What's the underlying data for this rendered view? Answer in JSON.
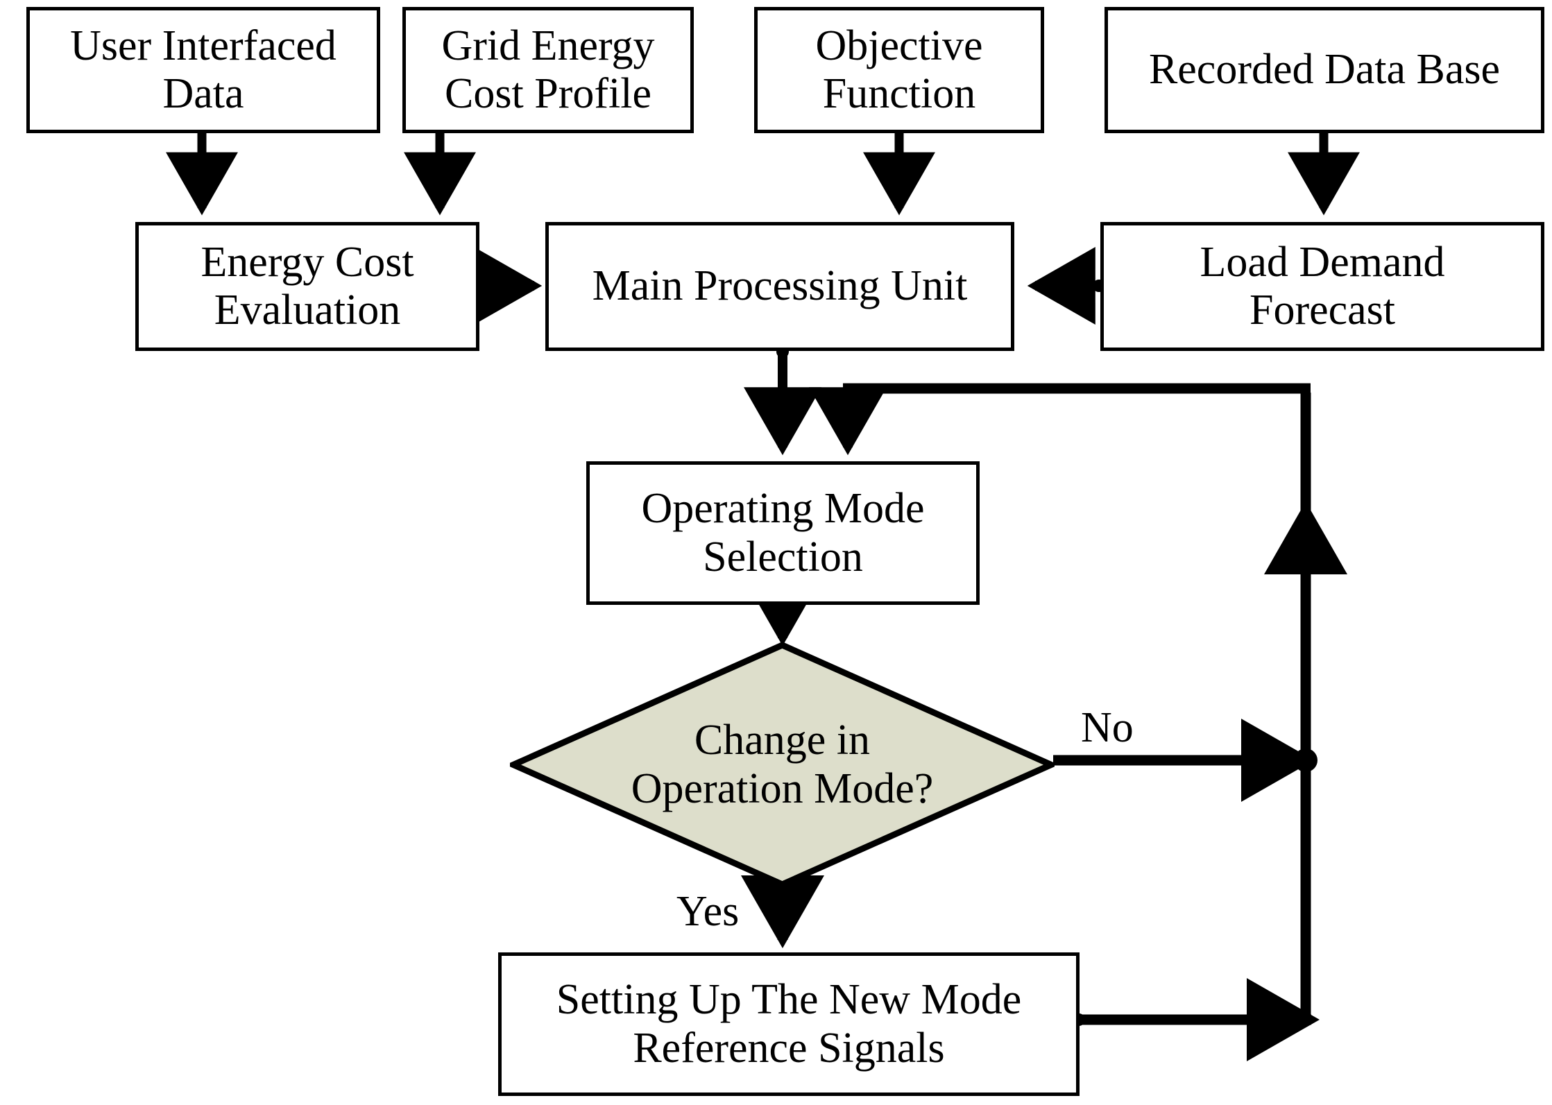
{
  "diagram": {
    "title": "Energy management system control flowchart",
    "type": "flowchart",
    "colors": {
      "stroke": "#000000",
      "box_fill": "#FFFFFF",
      "decision_fill": "#DDDECB",
      "text": "#000000"
    },
    "nodes": {
      "user_interfaced_data": {
        "label": "User Interfaced\nData",
        "shape": "rectangle"
      },
      "grid_energy_cost_profile": {
        "label": "Grid Energy\nCost Profile",
        "shape": "rectangle"
      },
      "objective_function": {
        "label": "Objective\nFunction",
        "shape": "rectangle"
      },
      "recorded_data_base": {
        "label": "Recorded Data Base",
        "shape": "rectangle"
      },
      "energy_cost_evaluation": {
        "label": "Energy Cost\nEvaluation",
        "shape": "rectangle"
      },
      "main_processing_unit": {
        "label": "Main Processing Unit",
        "shape": "rectangle"
      },
      "load_demand_forecast": {
        "label": "Load Demand\nForecast",
        "shape": "rectangle"
      },
      "operating_mode_selection": {
        "label": "Operating Mode\nSelection",
        "shape": "rectangle"
      },
      "change_in_operation_mode": {
        "label": "Change in\nOperation Mode?",
        "shape": "diamond"
      },
      "setting_up_new_mode": {
        "label": "Setting Up The New Mode\nReference Signals",
        "shape": "rectangle"
      }
    },
    "edge_labels": {
      "no": "No",
      "yes": "Yes"
    },
    "edges": [
      {
        "from": "user_interfaced_data",
        "to": "energy_cost_evaluation",
        "label": ""
      },
      {
        "from": "grid_energy_cost_profile",
        "to": "energy_cost_evaluation",
        "label": ""
      },
      {
        "from": "objective_function",
        "to": "main_processing_unit",
        "label": ""
      },
      {
        "from": "recorded_data_base",
        "to": "load_demand_forecast",
        "label": ""
      },
      {
        "from": "energy_cost_evaluation",
        "to": "main_processing_unit",
        "label": ""
      },
      {
        "from": "load_demand_forecast",
        "to": "main_processing_unit",
        "label": ""
      },
      {
        "from": "main_processing_unit",
        "to": "operating_mode_selection",
        "label": ""
      },
      {
        "from": "operating_mode_selection",
        "to": "change_in_operation_mode",
        "label": ""
      },
      {
        "from": "change_in_operation_mode",
        "to": "feedback_bus",
        "label": "No"
      },
      {
        "from": "change_in_operation_mode",
        "to": "setting_up_new_mode",
        "label": "Yes"
      },
      {
        "from": "setting_up_new_mode",
        "to": "feedback_bus",
        "label": ""
      },
      {
        "from": "feedback_bus",
        "to": "operating_mode_selection",
        "label": ""
      }
    ]
  }
}
